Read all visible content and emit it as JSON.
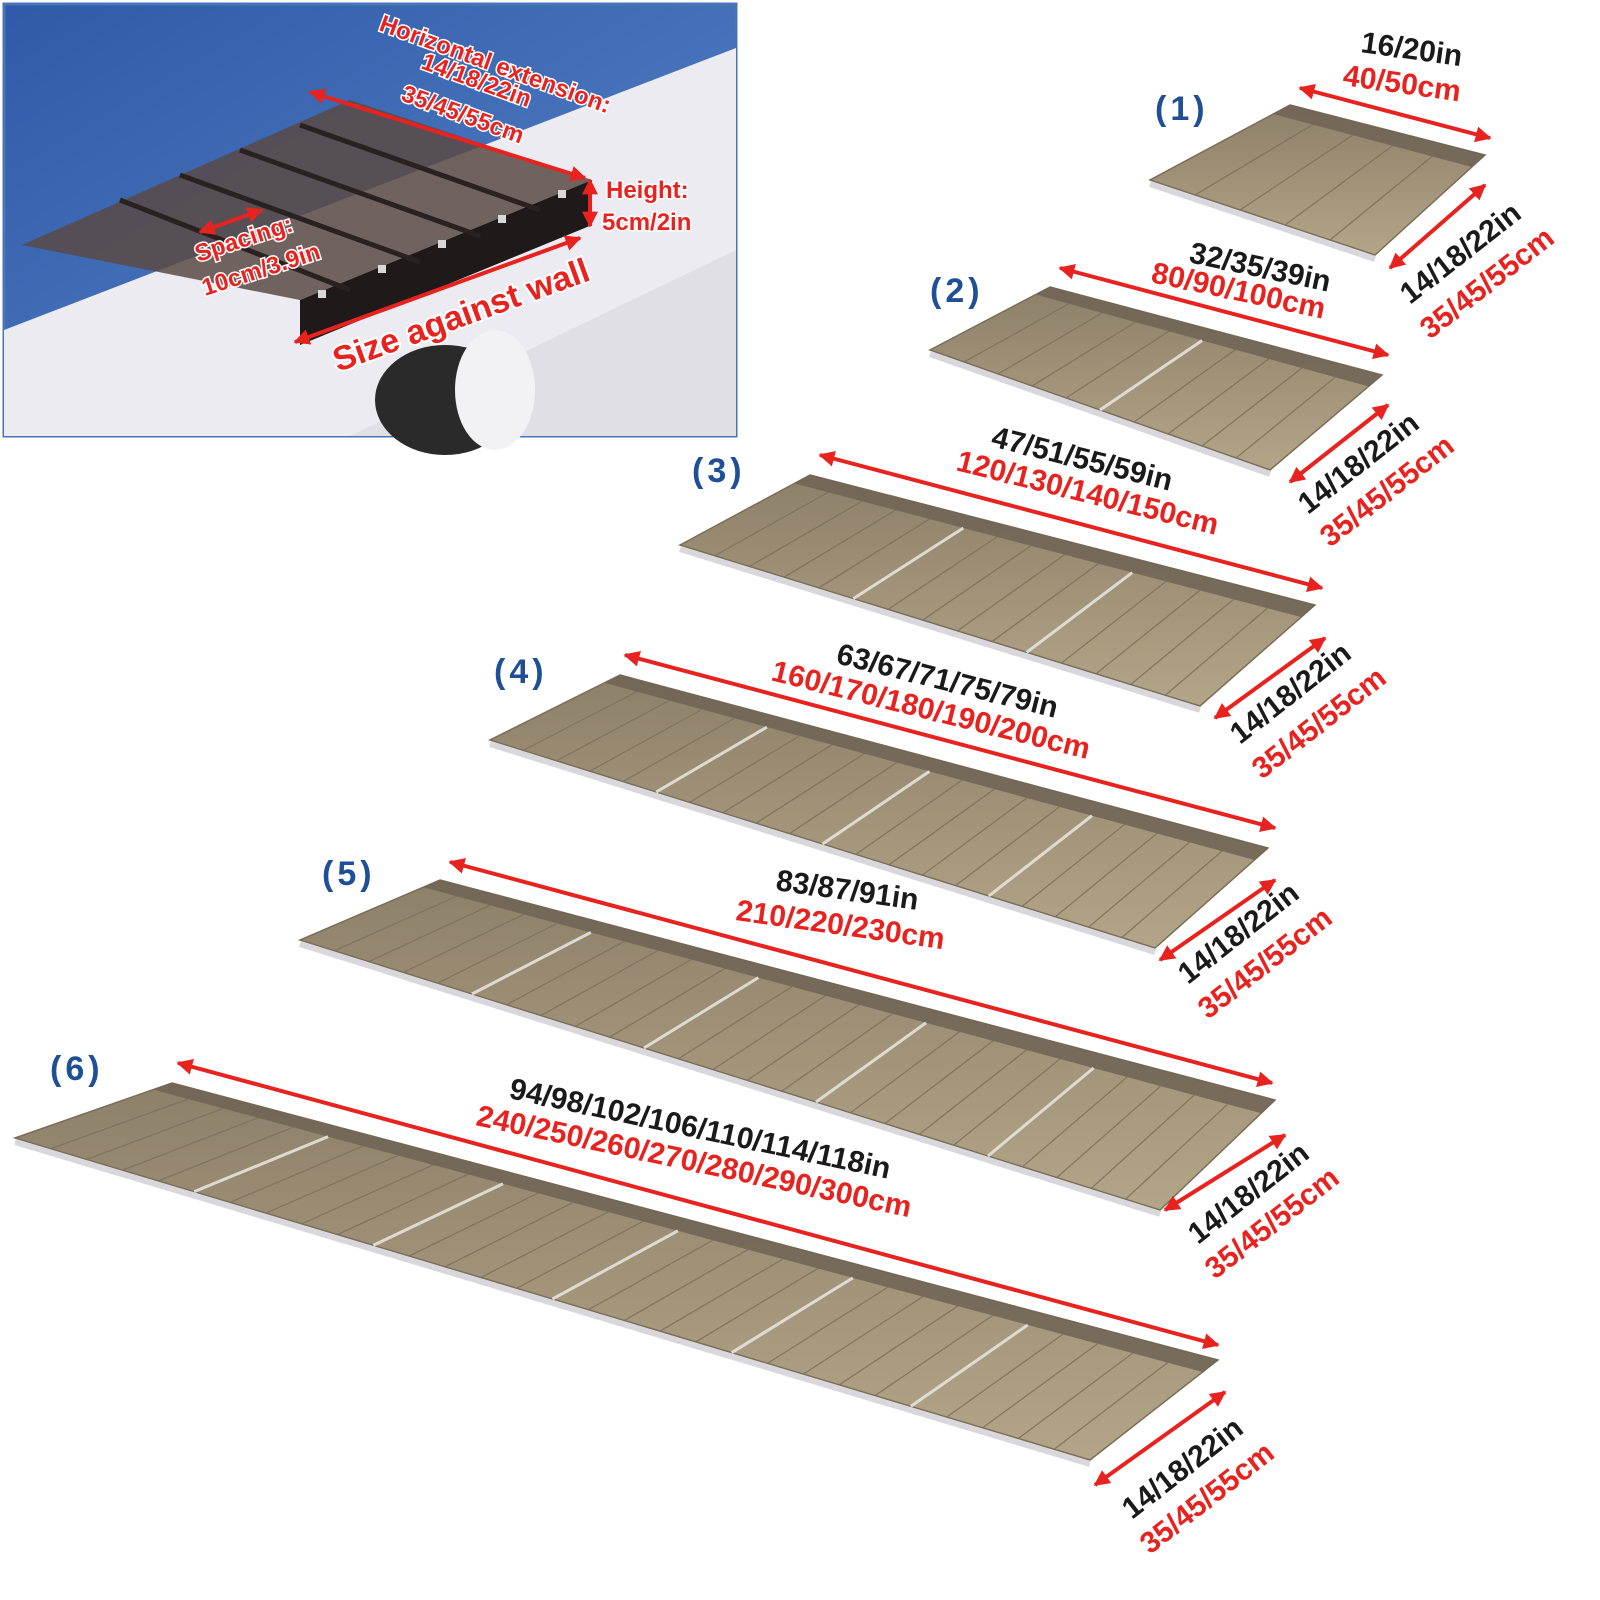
{
  "photo": {
    "horizontal_title": "Horizontal extension:",
    "horizontal_in": "14/18/22in",
    "horizontal_cm": "35/45/55cm",
    "height_title": "Height:",
    "height_value": "5cm/2in",
    "spacing_title": "Spacing:",
    "spacing_value": "10cm/3.9in",
    "wall_label": "Size against wall"
  },
  "awnings": [
    {
      "number": "(1)",
      "width_in": "16/20in",
      "width_cm": "40/50cm",
      "depth_in": "14/18/22in",
      "depth_cm": "35/45/55cm"
    },
    {
      "number": "(2)",
      "width_in": "32/35/39in",
      "width_cm": "80/90/100cm",
      "depth_in": "14/18/22in",
      "depth_cm": "35/45/55cm"
    },
    {
      "number": "(3)",
      "width_in": "47/51/55/59in",
      "width_cm": "120/130/140/150cm",
      "depth_in": "14/18/22in",
      "depth_cm": "35/45/55cm"
    },
    {
      "number": "(4)",
      "width_in": "63/67/71/75/79in",
      "width_cm": "160/170/180/190/200cm",
      "depth_in": "14/18/22in",
      "depth_cm": "35/45/55cm"
    },
    {
      "number": "(5)",
      "width_in": "83/87/91in",
      "width_cm": "210/220/230cm",
      "depth_in": "14/18/22in",
      "depth_cm": "35/45/55cm"
    },
    {
      "number": "(6)",
      "width_in": "94/98/102/106/110/114/118in",
      "width_cm": "240/250/260/270/280/290/300cm",
      "depth_in": "14/18/22in",
      "depth_cm": "35/45/55cm"
    }
  ],
  "colors": {
    "label_blue": "#1e4f97",
    "dimension_red": "#e8231f",
    "panel_brown": "#a89a7e",
    "sky_blue": "#3b67b5"
  }
}
